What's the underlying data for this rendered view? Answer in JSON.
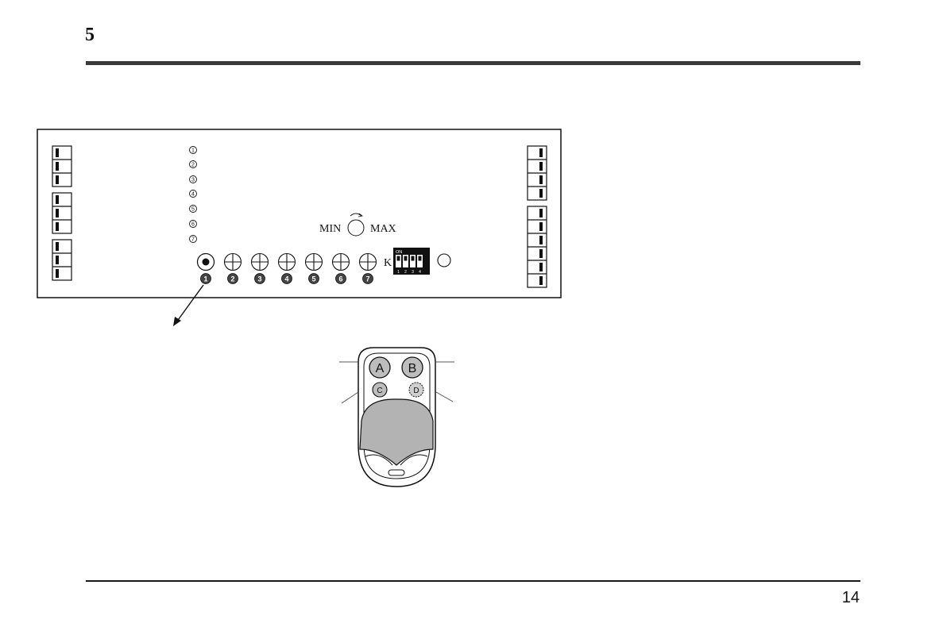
{
  "header": {
    "section_number": "5"
  },
  "board": {
    "led_numbers": [
      "1",
      "2",
      "3",
      "4",
      "5",
      "6",
      "7"
    ],
    "trimmer": {
      "min_label": "MIN",
      "max_label": "MAX"
    },
    "k_label": "K",
    "dip": {
      "on_label": "ON",
      "switch_numbers": [
        "1",
        "2",
        "3",
        "4"
      ]
    },
    "button_numbers": [
      "1",
      "2",
      "3",
      "4",
      "5",
      "6",
      "7"
    ]
  },
  "remote": {
    "buttons": [
      "A",
      "B",
      "C",
      "D"
    ]
  },
  "footer": {
    "page_number": "14"
  },
  "colors": {
    "ink": "#111111",
    "remote_cover": "#b3b3b3",
    "rule": "#3a3a3a"
  }
}
